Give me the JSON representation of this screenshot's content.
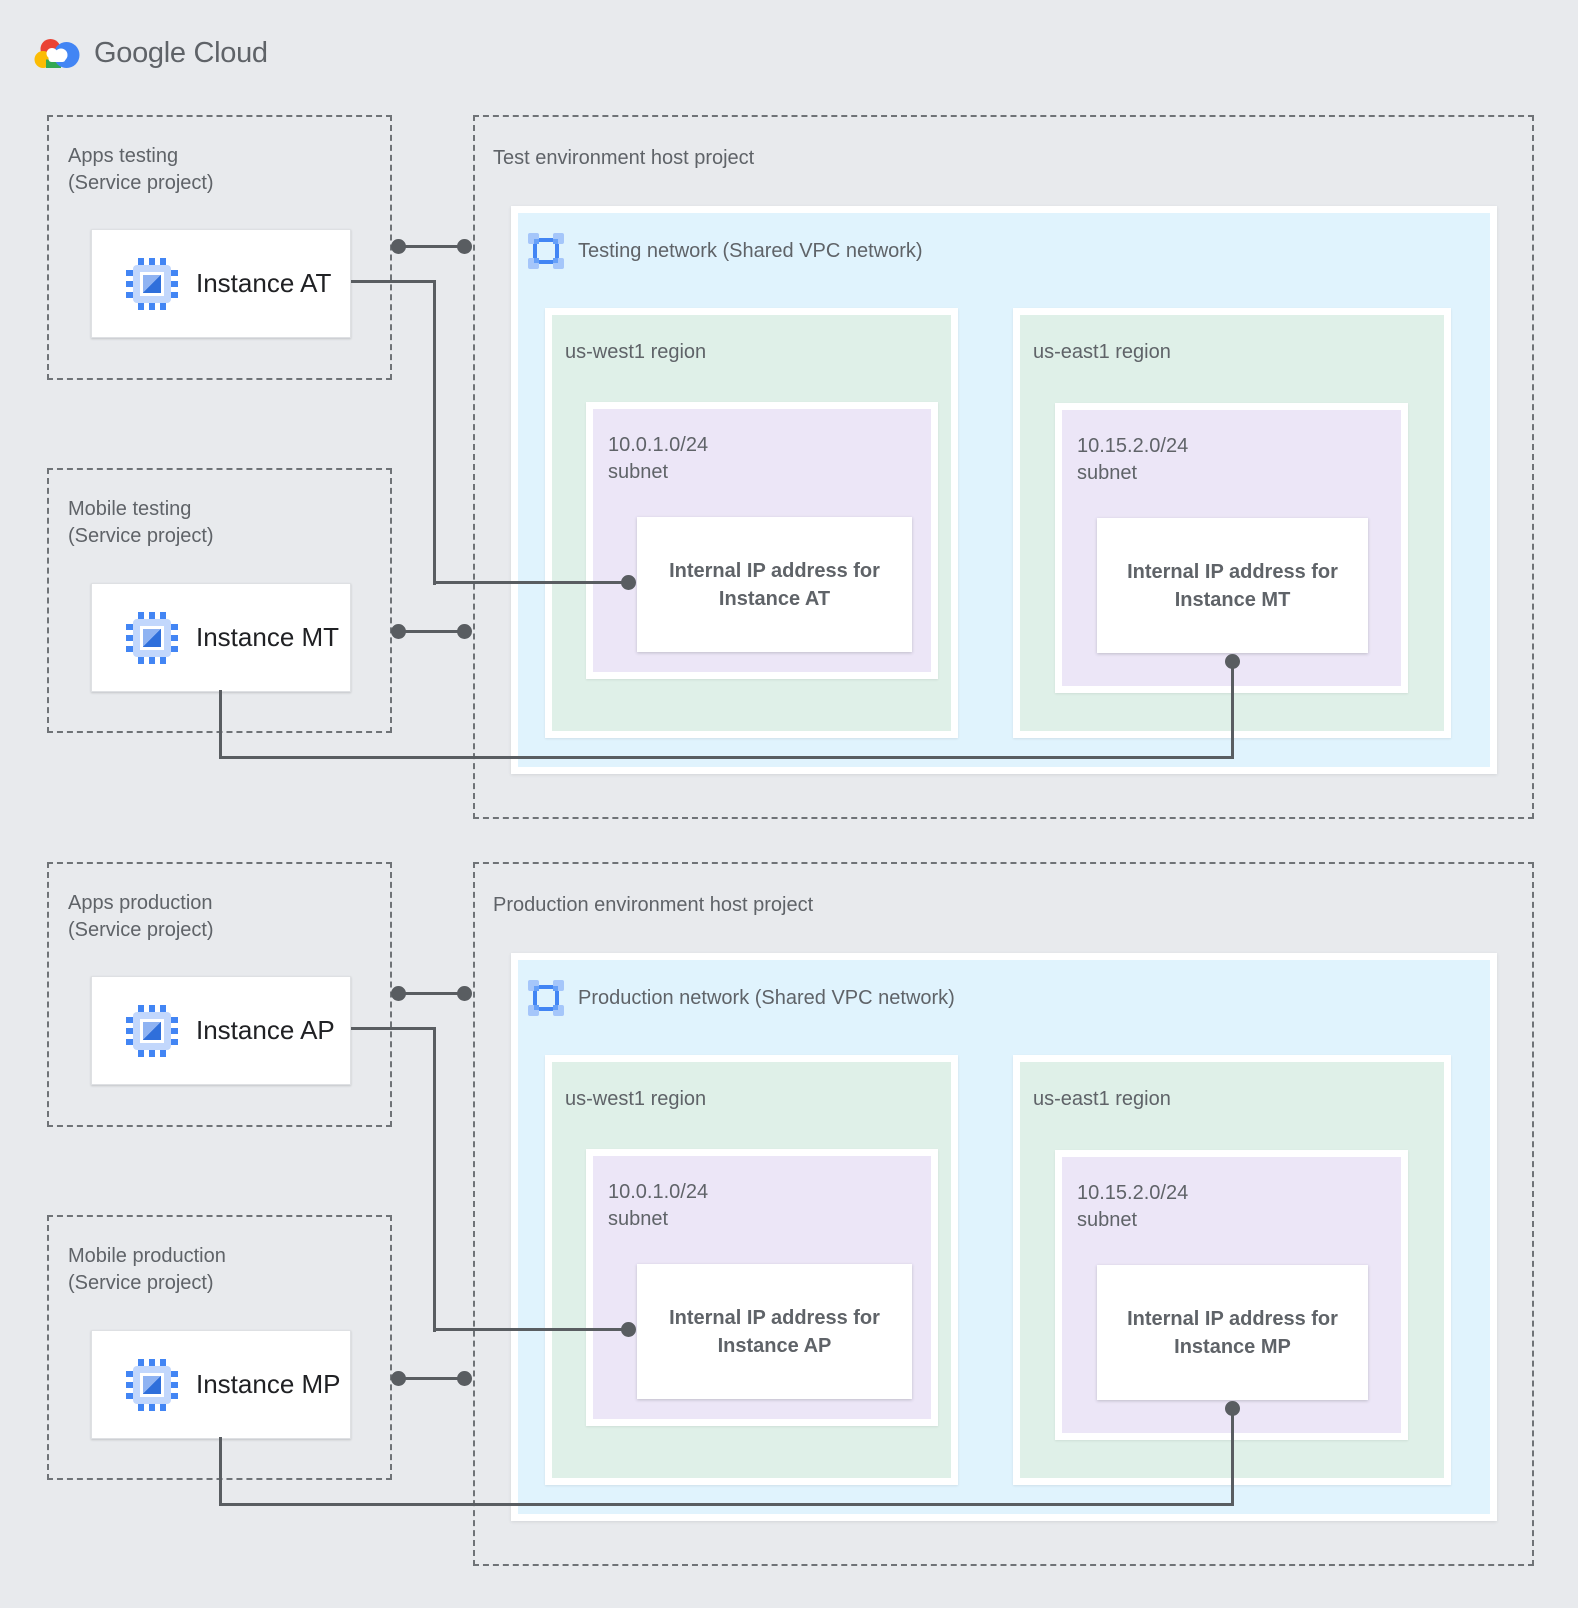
{
  "logo": {
    "text": "Google Cloud"
  },
  "icons": {
    "logo": "google-cloud-logo",
    "instance": "compute-engine-chip-icon",
    "network": "vpc-network-icon",
    "connector": "connection-dot"
  },
  "colors": {
    "page_bg": "#E8EAED",
    "network_bg": "#E0F3FD",
    "region_bg": "#DFF0E8",
    "subnet_bg": "#ECE6F7",
    "accent_blue": "#4285F4",
    "line_gray": "#595D61",
    "label_gray": "#5F6368",
    "instance_text": "#202124",
    "google_red": "#EA4335",
    "google_yellow": "#FBBC04",
    "google_green": "#34A853"
  },
  "sections": [
    {
      "name": "test",
      "service_projects": [
        {
          "title": "Apps testing",
          "subtitle": "(Service project)",
          "instance": "Instance AT"
        },
        {
          "title": "Mobile testing",
          "subtitle": "(Service project)",
          "instance": "Instance MT"
        }
      ],
      "host": {
        "title": "Test environment host project",
        "network": "Testing network (Shared VPC network)",
        "regions": [
          {
            "label": "us-west1 region",
            "cidr": "10.0.1.0/24",
            "cidr_sub": "subnet",
            "ip1": "Internal IP address for",
            "ip2": "Instance AT"
          },
          {
            "label": "us-east1 region",
            "cidr": "10.15.2.0/24",
            "cidr_sub": "subnet",
            "ip1": "Internal IP address for",
            "ip2": "Instance MT"
          }
        ]
      }
    },
    {
      "name": "production",
      "service_projects": [
        {
          "title": "Apps production",
          "subtitle": "(Service project)",
          "instance": "Instance AP"
        },
        {
          "title": "Mobile production",
          "subtitle": "(Service project)",
          "instance": "Instance MP"
        }
      ],
      "host": {
        "title": "Production environment host project",
        "network": "Production network (Shared VPC network)",
        "regions": [
          {
            "label": "us-west1 region",
            "cidr": "10.0.1.0/24",
            "cidr_sub": "subnet",
            "ip1": "Internal IP address for",
            "ip2": "Instance AP"
          },
          {
            "label": "us-east1 region",
            "cidr": "10.15.2.0/24",
            "cidr_sub": "subnet",
            "ip1": "Internal IP address for",
            "ip2": "Instance MP"
          }
        ]
      }
    }
  ]
}
